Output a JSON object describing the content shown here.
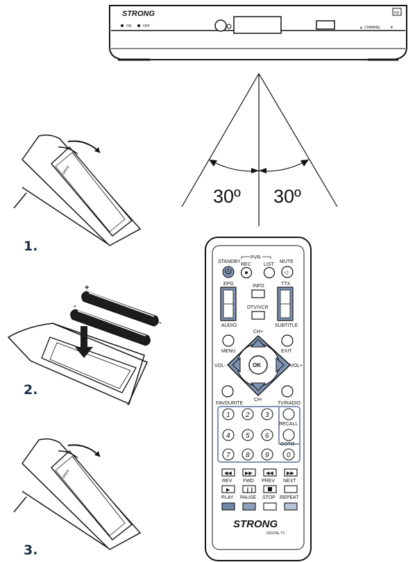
{
  "receiver": {
    "brand": "STRONG",
    "hd_badge": "HD",
    "on_label": "ON",
    "off_label": "OFF",
    "channel_label": "CHANNEL"
  },
  "angle_diagram": {
    "left_angle": "30º",
    "right_angle": "30º"
  },
  "steps": [
    {
      "number": "1.",
      "open_label": "OPEN"
    },
    {
      "number": "2.",
      "plus_top": "+",
      "minus_top": "-",
      "minus_bottom": "-",
      "plus_bottom": "+"
    },
    {
      "number": "3.",
      "open_label": "OPEN"
    }
  ],
  "remote": {
    "standby": "STANDBY",
    "pvr": "PVR",
    "rec": "REC",
    "list": "LIST",
    "mute": "MUTE",
    "epg": "EPG",
    "info": "INFO",
    "ttx": "TTX",
    "dtv_vcr": "DTV/VCR",
    "audio": "AUDIO",
    "subtitle": "SUBTITLE",
    "ch_plus": "CH+",
    "ch_minus": "CH-",
    "menu": "MENU",
    "exit": "EXIT",
    "vol_minus": "VOL-",
    "vol_plus": "VOL+",
    "ok": "OK",
    "favourite": "FAVOURITE",
    "tv_radio": "TV/RADIO",
    "recall": "RECALL",
    "goto": "GOTO",
    "digits": [
      "1",
      "2",
      "3",
      "4",
      "5",
      "6",
      "7",
      "8",
      "9",
      "0"
    ],
    "transport_top": [
      "REV",
      "FWD",
      "PREV",
      "NEXT"
    ],
    "transport_bottom": [
      "PLAY",
      "PAUSE",
      "STOP",
      "REPEAT"
    ],
    "brand": "STRONG",
    "sub_brand": "DIGITAL TV",
    "color_keys": [
      "#6f86a6",
      "#8fa2bd",
      "#ffffff",
      "#b7c4d6"
    ],
    "accent": "#7f93b3"
  }
}
